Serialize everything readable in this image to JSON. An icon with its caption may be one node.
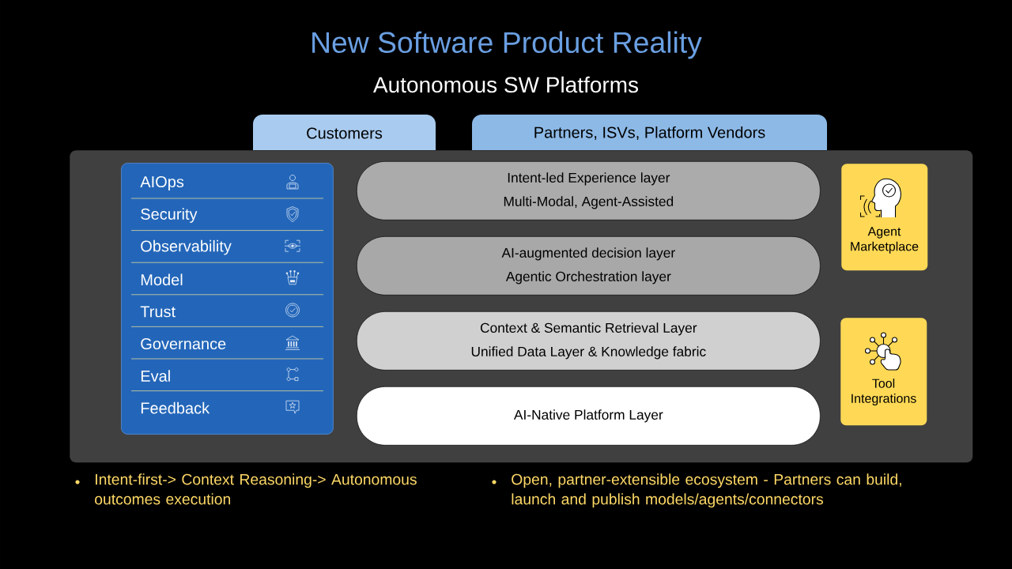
{
  "diagram": {
    "title": "New Software Product Reality",
    "nodes": [
      {
        "text": [],
        "shape": "box"
      },
      {
        "text": [
          "Customers"
        ]
      },
      {
        "text": [
          "Partners, ISVs, Platform Vendors"
        ]
      },
      {
        "text": [
          "AIOps",
          "Security",
          "Observability",
          "Model",
          "Trust",
          "Governance",
          "Eval",
          "Feedback"
        ],
        "in": 0
      },
      {
        "text": [
          "Intent-led Experience layer",
          "Multi-Modal, Agent-Assisted"
        ],
        "in": 0
      },
      {
        "text": [
          "AI-augmented decision layer",
          "Agentic Orchestration layer"
        ],
        "in": 0
      },
      {
        "text": [
          "Context & Semantic Retrieval Layer",
          "Unified Data Layer & Knowledge fabric"
        ],
        "in": 0
      },
      {
        "text": [
          "AI-Native Platform Layer"
        ],
        "in": 0
      },
      {
        "text": [
          "Agent Marketplace"
        ],
        "in": 0
      },
      {
        "text": [
          "Tool Integrations"
        ],
        "in": 0
      }
    ],
    "labels": [
      "Autonomous SW Platforms",
      "Intent-first-> Context Reasoning-> Autonomous outcomes execution",
      "Open, partner-extensible ecosystem - Partners can build, launch and publish models/agents/connectors"
    ]
  }
}
